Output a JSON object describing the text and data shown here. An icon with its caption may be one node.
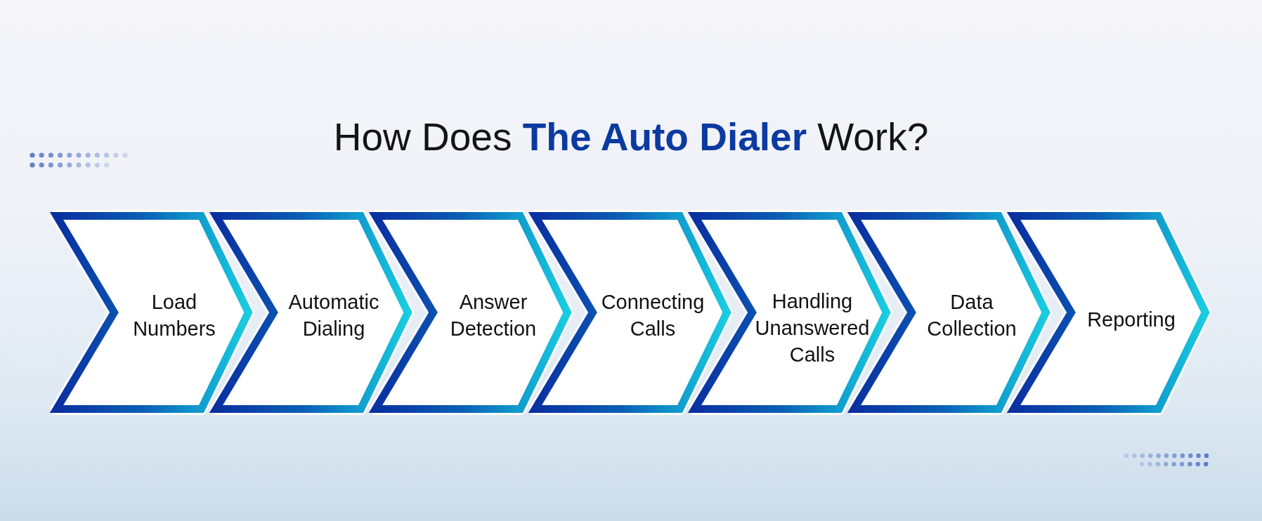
{
  "diagram": {
    "title": "How Does **The Auto Dialer** Work?",
    "nodes": [
      {
        "text": [
          "Load Numbers"
        ]
      },
      {
        "text": [
          "Automatic Dialing"
        ]
      },
      {
        "text": [
          "Answer Detection"
        ]
      },
      {
        "text": [
          "Connecting Calls"
        ]
      },
      {
        "text": [
          "Handling Unanswered Calls"
        ]
      },
      {
        "text": [
          "Data Collection"
        ]
      },
      {
        "text": [
          "Reporting"
        ]
      }
    ]
  }
}
